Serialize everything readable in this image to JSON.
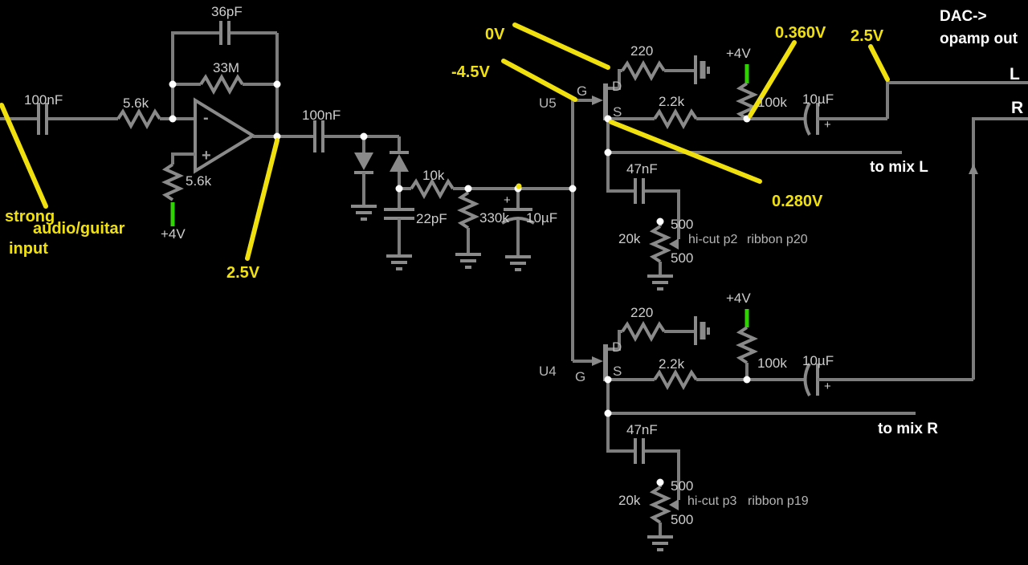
{
  "colors": {
    "background": "#000000",
    "wire_gray": "#7d7d7d",
    "component_gray": "#8a8a8a",
    "label_gray": "#cdcdcd",
    "designator_gray": "#b5b5b5",
    "annotation_yellow": "#f0e10e",
    "rail_green": "#2fd400",
    "text_white": "#ffffff"
  },
  "output_header": {
    "dac_line1": "DAC->",
    "dac_line2": "opamp out",
    "left_channel": "L",
    "right_channel": "R"
  },
  "input_stage": {
    "input_cap": "100nF",
    "series_resistor": "5.6k",
    "feedback_cap": "36pF",
    "feedback_resistor": "33M",
    "opamp_minus": "-",
    "opamp_plus": "+",
    "bias_resistor": "5.6k",
    "bias_rail": "+4V"
  },
  "filter_stage": {
    "coupling_cap": "100nF",
    "series_resistor": "10k",
    "shunt_cap_small": "22pF",
    "shunt_resistor": "330k",
    "shunt_cap_big": "10µF",
    "polarity_plus": "+"
  },
  "u5_stage": {
    "designator": "U5",
    "gate_label": "G",
    "drain_label": "D",
    "source_label": "S",
    "drain_resistor": "220",
    "source_resistor": "2.2k",
    "rail_label": "+4V",
    "pullup_resistor": "100k",
    "output_cap": "10µF",
    "polarity_plus": "+",
    "mix_wire_label": "to mix L"
  },
  "hicut_p2": {
    "cap": "47nF",
    "pot": "20k",
    "pot_top_value": "500",
    "pot_bottom_value": "500",
    "pot_name": "hi-cut p2",
    "ribbon_name": "ribbon p20"
  },
  "u4_stage": {
    "designator": "U4",
    "gate_label": "G",
    "drain_label": "D",
    "source_label": "S",
    "drain_resistor": "220",
    "source_resistor": "2.2k",
    "rail_label": "+4V",
    "pullup_resistor": "100k",
    "output_cap": "10µF",
    "polarity_plus": "+",
    "mix_wire_label": "to mix R"
  },
  "hicut_p3": {
    "cap": "47nF",
    "pot": "20k",
    "pot_top_value": "500",
    "pot_bottom_value": "500",
    "pot_name": "hi-cut p3",
    "ribbon_name": "ribbon p19"
  },
  "annotations": {
    "input_note_line1": "strong",
    "input_note_line2": "audio/guitar",
    "input_note_line3": "input",
    "opamp_output_voltage": "2.5V",
    "u5_drain_voltage": "0V",
    "u5_gate_voltage": "-4.5V",
    "u5_pullup_voltage": "0.360V",
    "dac_line_voltage": "2.5V",
    "u5_source_voltage": "0.280V"
  }
}
